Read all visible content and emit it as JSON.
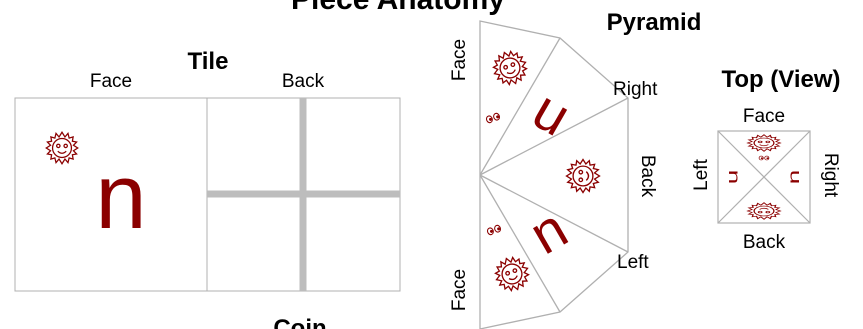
{
  "title": "Piece Anatomy",
  "tile": {
    "heading": "Tile",
    "face_label": "Face",
    "back_label": "Back",
    "glyph": "n"
  },
  "coin": {
    "heading": "Coin"
  },
  "pyramid": {
    "heading": "Pyramid",
    "face_top_label": "Face",
    "face_bottom_label": "Face",
    "right_label": "Right",
    "back_label": "Back",
    "left_label": "Left",
    "glyph": "n"
  },
  "top_view": {
    "heading": "Top (View)",
    "face_label": "Face",
    "back_label": "Back",
    "left_label": "Left",
    "right_label": "Right"
  },
  "colors": {
    "glyph": "#8b0000",
    "outline": "#b0b0b0",
    "cross": "#bdbdbd",
    "text": "#000000"
  },
  "icons": [
    "sun-face-icon",
    "eyes-icon"
  ]
}
